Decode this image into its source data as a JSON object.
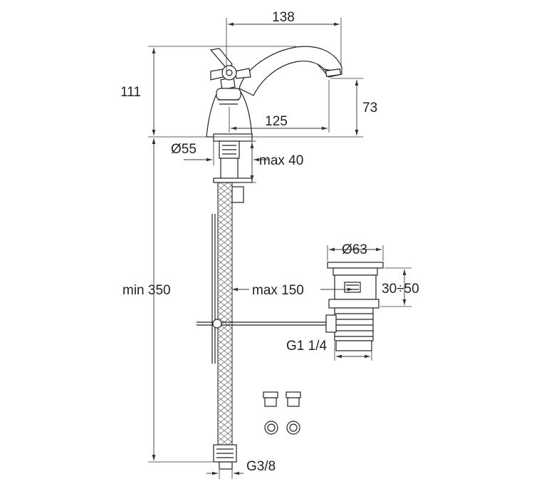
{
  "colors": {
    "line": "#222222",
    "background": "#ffffff",
    "braid": "#555555"
  },
  "dimensions": {
    "spout_width": "138",
    "overall_height": "111",
    "spout_height": "73",
    "spout_reach": "125",
    "base_diameter": "Ø55",
    "max_thickness": "max 40",
    "hose_length": "min 350",
    "rod_length": "max 150",
    "waste_diameter": "Ø63",
    "waste_range": "30÷50",
    "waste_thread": "G1 1/4",
    "hose_thread": "G3/8"
  }
}
